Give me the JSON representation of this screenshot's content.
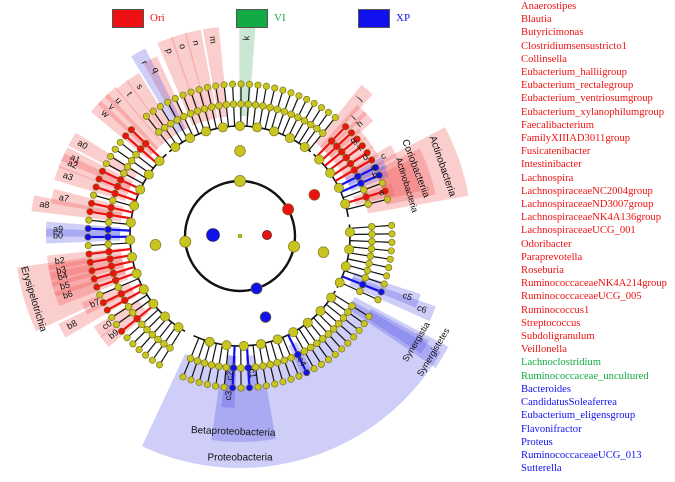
{
  "legend": [
    {
      "label": "Ori",
      "color": "#ee1111"
    },
    {
      "label": "VI",
      "color": "#11aa44"
    },
    {
      "label": "XP",
      "color": "#1111ee"
    }
  ],
  "taxa_list": [
    {
      "name": "Anaerostipes",
      "group": "Ori"
    },
    {
      "name": "Blautia",
      "group": "Ori"
    },
    {
      "name": "Butyricimonas",
      "group": "Ori"
    },
    {
      "name": "Clostridiumsensustricto1",
      "group": "Ori"
    },
    {
      "name": "Collinsella",
      "group": "Ori"
    },
    {
      "name": "Eubacterium_halliigroup",
      "group": "Ori"
    },
    {
      "name": "Eubacterium_rectalegroup",
      "group": "Ori"
    },
    {
      "name": "Eubacterium_ventriosumgroup",
      "group": "Ori"
    },
    {
      "name": "Eubacterium_xylanophilumgroup",
      "group": "Ori"
    },
    {
      "name": "Faecalibacterium",
      "group": "Ori"
    },
    {
      "name": "FamilyXIIIAD3011group",
      "group": "Ori"
    },
    {
      "name": "Fusicatenibacter",
      "group": "Ori"
    },
    {
      "name": "Intestinibacter",
      "group": "Ori"
    },
    {
      "name": "Lachnospira",
      "group": "Ori"
    },
    {
      "name": "LachnospiraceaeNC2004group",
      "group": "Ori"
    },
    {
      "name": "LachnospiraceaeND3007group",
      "group": "Ori"
    },
    {
      "name": "LachnospiraceaeNK4A136group",
      "group": "Ori"
    },
    {
      "name": "LachnospiraceaeUCG_001",
      "group": "Ori"
    },
    {
      "name": "Odoribacter",
      "group": "Ori"
    },
    {
      "name": "Paraprevotella",
      "group": "Ori"
    },
    {
      "name": "Roseburia",
      "group": "Ori"
    },
    {
      "name": "RuminococcaceaeNK4A214group",
      "group": "Ori"
    },
    {
      "name": "RuminococcaceaeUCG_005",
      "group": "Ori"
    },
    {
      "name": "Ruminococcus1",
      "group": "Ori"
    },
    {
      "name": "Streptococcus",
      "group": "Ori"
    },
    {
      "name": "Subdoligranulum",
      "group": "Ori"
    },
    {
      "name": "Veillonella",
      "group": "Ori"
    },
    {
      "name": "Lachnoclostridium",
      "group": "VI"
    },
    {
      "name": "Ruminococcaceae_uncultured",
      "group": "VI"
    },
    {
      "name": "Bacteroides",
      "group": "XP"
    },
    {
      "name": "CandidatusSoleaferrea",
      "group": "XP"
    },
    {
      "name": "Eubacterium_eligensgroup",
      "group": "XP"
    },
    {
      "name": "Flavonifractor",
      "group": "XP"
    },
    {
      "name": "Proteus",
      "group": "XP"
    },
    {
      "name": "RuminococcaceaeUCG_013",
      "group": "XP"
    },
    {
      "name": "Sutterella",
      "group": "XP"
    }
  ],
  "clades": [
    {
      "text": "Actinobacteria",
      "group": "Ori",
      "a1": 62,
      "a2": 80,
      "ri": 130,
      "ro": 232,
      "la": 71,
      "lr": 214,
      "fs": 10
    },
    {
      "text": "Coriobacteriia",
      "group": "Ori",
      "a1": 64,
      "a2": 78,
      "ri": 150,
      "ro": 200,
      "la": 69,
      "lr": 188,
      "fs": 10
    },
    {
      "text": "Actinobacteria",
      "group": "Ori",
      "a1": 66,
      "a2": 76,
      "ri": 150,
      "ro": 186,
      "la": 73,
      "lr": 174,
      "fs": 9
    },
    {
      "text": "Synergistetes",
      "group": "XP",
      "a1": 118,
      "a2": 124,
      "ri": 130,
      "ro": 236,
      "la": 121,
      "lr": 226,
      "fs": 9
    },
    {
      "text": "Synergistia",
      "group": "XP",
      "a1": 119,
      "a2": 123,
      "ri": 150,
      "ro": 216,
      "la": 121,
      "lr": 206,
      "fs": 9
    },
    {
      "text": "Proteobacteria",
      "group": "XP",
      "a1": 120,
      "a2": 205,
      "ri": 130,
      "ro": 232,
      "la": 180,
      "lr": 222,
      "fs": 10
    },
    {
      "text": "Betaproteobacteria",
      "group": "XP",
      "a1": 170,
      "a2": 188,
      "ri": 150,
      "ro": 206,
      "la": 182,
      "lr": 196,
      "fs": 10
    },
    {
      "text": "Erysipelotrichia",
      "group": "Ori",
      "a1": 245,
      "a2": 262,
      "ri": 150,
      "ro": 225,
      "la": 253,
      "lr": 216,
      "fs": 10
    }
  ],
  "leaf_labels": [
    {
      "text": "k",
      "group": "VI",
      "ang": 2,
      "r": 198
    },
    {
      "text": "m",
      "group": "Ori",
      "ang": 352,
      "r": 198
    },
    {
      "text": "n",
      "group": "Ori",
      "ang": 347,
      "r": 198
    },
    {
      "text": "o",
      "group": "Ori",
      "ang": 343,
      "r": 198
    },
    {
      "text": "p",
      "group": "Ori",
      "ang": 339,
      "r": 198
    },
    {
      "text": "q",
      "group": "Ori",
      "ang": 333,
      "r": 186
    },
    {
      "text": "r",
      "group": "XP",
      "ang": 331,
      "r": 198
    },
    {
      "text": "s",
      "group": "Ori",
      "ang": 326,
      "r": 180
    },
    {
      "text": "t",
      "group": "Ori",
      "ang": 322,
      "r": 180
    },
    {
      "text": "u",
      "group": "Ori",
      "ang": 318,
      "r": 182
    },
    {
      "text": "v",
      "group": "Ori",
      "ang": 315,
      "r": 182
    },
    {
      "text": "w",
      "group": "Ori",
      "ang": 312,
      "r": 182
    },
    {
      "text": "a0",
      "group": "Ori",
      "ang": 300,
      "r": 182
    },
    {
      "text": "a1",
      "group": "Ori",
      "ang": 295,
      "r": 182
    },
    {
      "text": "a2",
      "group": "Ori",
      "ang": 293,
      "r": 182
    },
    {
      "text": "a3",
      "group": "Ori",
      "ang": 289,
      "r": 182
    },
    {
      "text": "a7",
      "group": "Ori",
      "ang": 282,
      "r": 180
    },
    {
      "text": "a8",
      "group": "Ori",
      "ang": 279,
      "r": 198
    },
    {
      "text": "a9",
      "group": "XP",
      "ang": 272,
      "r": 182
    },
    {
      "text": "b0",
      "group": "XP",
      "ang": 270,
      "r": 182
    },
    {
      "text": "b2",
      "group": "Ori",
      "ang": 262,
      "r": 182
    },
    {
      "text": "b3",
      "group": "Ori",
      "ang": 259,
      "r": 182
    },
    {
      "text": "b4",
      "group": "Ori",
      "ang": 257,
      "r": 182
    },
    {
      "text": "b5",
      "group": "Ori",
      "ang": 254,
      "r": 182
    },
    {
      "text": "b6",
      "group": "Ori",
      "ang": 251,
      "r": 182
    },
    {
      "text": "b7",
      "group": "Ori",
      "ang": 245,
      "r": 160
    },
    {
      "text": "b8",
      "group": "Ori",
      "ang": 242,
      "r": 190
    },
    {
      "text": "c0",
      "group": "Ori",
      "ang": 236,
      "r": 160
    },
    {
      "text": "b9",
      "group": "Ori",
      "ang": 232,
      "r": 160
    },
    {
      "text": "c1",
      "group": "XP",
      "ang": 175,
      "r": 138
    },
    {
      "text": "c2",
      "group": "XP",
      "ang": 184,
      "r": 140
    },
    {
      "text": "c3",
      "group": "XP",
      "ang": 184,
      "r": 160
    },
    {
      "text": "c4",
      "group": "XP",
      "ang": 154,
      "r": 140
    },
    {
      "text": "c5",
      "group": "XP",
      "ang": 110,
      "r": 178
    },
    {
      "text": "c6",
      "group": "XP",
      "ang": 112,
      "r": 196
    },
    {
      "text": "a",
      "group": "Ori",
      "ang": 73,
      "r": 148
    },
    {
      "text": "b",
      "group": "XP",
      "ang": 66,
      "r": 148
    },
    {
      "text": "c",
      "group": "Ori",
      "ang": 61,
      "r": 164
    },
    {
      "text": "d",
      "group": "Ori",
      "ang": 58,
      "r": 148
    },
    {
      "text": "e",
      "group": "XP",
      "ang": 63,
      "r": 150
    },
    {
      "text": "f",
      "group": "Ori",
      "ang": 54,
      "r": 148
    },
    {
      "text": "g",
      "group": "Ori",
      "ang": 50,
      "r": 148
    },
    {
      "text": "h",
      "group": "Ori",
      "ang": 47,
      "r": 164
    },
    {
      "text": "i",
      "group": "Ori",
      "ang": 44,
      "r": 164
    },
    {
      "text": "j",
      "group": "Ori",
      "ang": 41,
      "r": 182
    }
  ],
  "colors": {
    "node": "#c8c420",
    "node_stroke": "#6f6a10",
    "branch": "#111111",
    "Ori": "#ee1111",
    "VI": "#11aa44",
    "XP": "#1111ee",
    "Ori_shade": "rgba(240,80,80,0.28)",
    "VI_shade": "rgba(60,170,90,0.28)",
    "XP_shade": "rgba(80,80,230,0.28)",
    "Ori_text": "#ee1111",
    "VI_text": "#11aa44",
    "XP_text": "#1111ee"
  }
}
